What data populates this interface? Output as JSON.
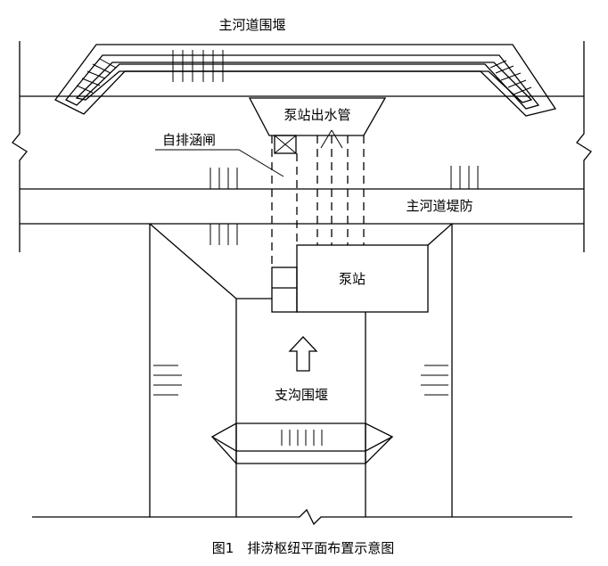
{
  "labels": {
    "main_cofferdam": "主河道围堰",
    "pump_outlet": "泵站出水管",
    "self_drain_sluice": "自排涵闸",
    "main_levee": "主河道堤防",
    "pump_station": "泵站",
    "branch_cofferdam": "支沟围堰",
    "caption": "图1　排涝枢纽平面布置示意图"
  }
}
